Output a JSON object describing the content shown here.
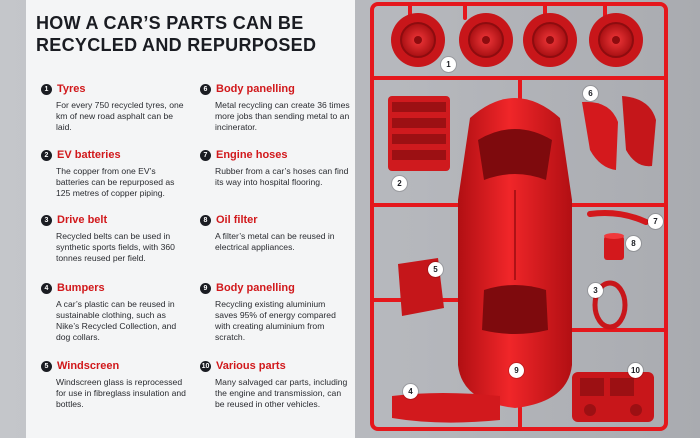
{
  "title": "HOW A CAR’S PARTS CAN BE RECYCLED AND REPURPOSED",
  "colors": {
    "accent": "#d1181b",
    "part_red": "#e01b1f",
    "sprue": "#e5171c",
    "panel": "#f4f5f6",
    "background": "#b7b9bd"
  },
  "items": [
    {
      "num": "1",
      "name": "Tyres",
      "desc": "For every 750 recycled tyres, one km of new road asphalt can be laid."
    },
    {
      "num": "2",
      "name": "EV batteries",
      "desc": "The copper from one EV’s batteries can be repurposed as 125 metres of copper piping."
    },
    {
      "num": "3",
      "name": "Drive belt",
      "desc": "Recycled belts can be used in synthetic sports fields, with 360 tonnes reused per field."
    },
    {
      "num": "4",
      "name": "Bumpers",
      "desc": "A car’s plastic can be reused in sustainable clothing, such as Nike’s Recycled Collection, and dog collars."
    },
    {
      "num": "5",
      "name": "Windscreen",
      "desc": "Windscreen glass is reprocessed for use in fibreglass insulation and bottles."
    },
    {
      "num": "6",
      "name": "Body panelling",
      "desc": "Metal recycling can create 36 times more jobs than sending metal to an incinerator."
    },
    {
      "num": "7",
      "name": "Engine hoses",
      "desc": "Rubber from a car’s hoses can find its way into hospital flooring."
    },
    {
      "num": "8",
      "name": "Oil filter",
      "desc": "A filter’s metal can be reused in electrical appliances."
    },
    {
      "num": "9",
      "name": "Body panelling",
      "desc": "Recycling existing aluminium saves 95% of energy compared with creating aluminium from scratch."
    },
    {
      "num": "10",
      "name": "Various parts",
      "desc": "Many salvaged car parts, including the engine and transmission, can be reused in other vehicles."
    }
  ],
  "badges": [
    "1",
    "2",
    "3",
    "4",
    "5",
    "6",
    "7",
    "8",
    "9",
    "10"
  ]
}
